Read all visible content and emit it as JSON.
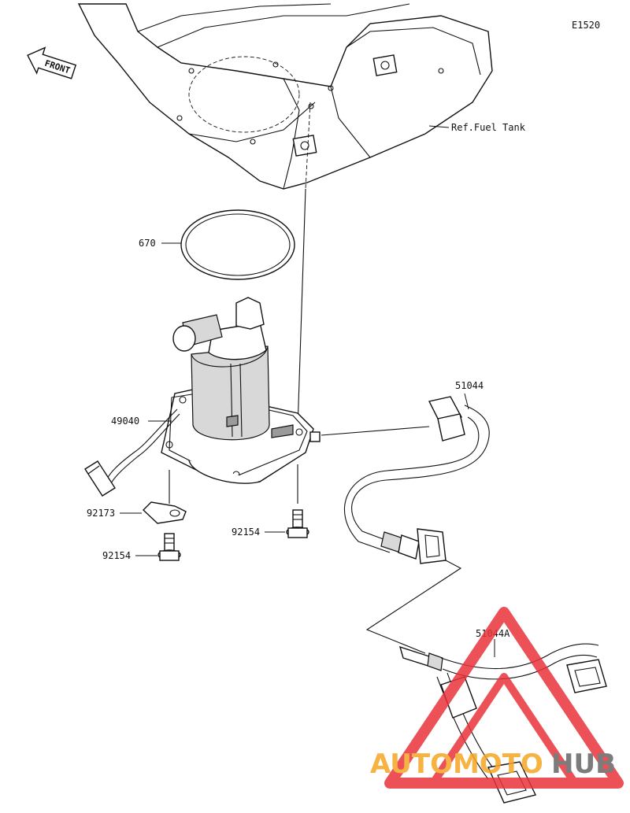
{
  "diagram": {
    "code": "E1520",
    "front_label": "FRONT",
    "ref_label": "Ref.Fuel Tank",
    "callouts": {
      "oring": "670",
      "pump": "49040",
      "plate": "92173",
      "bolt_left": "92154",
      "bolt_right": "92154",
      "hose": "51044",
      "hose_a": "51044A"
    }
  },
  "watermark": {
    "brand_orange": "AUTOMOTO",
    "brand_gray": "HUB",
    "color_red": "#e8333a",
    "color_orange": "#f5a623",
    "color_gray": "#666666"
  }
}
